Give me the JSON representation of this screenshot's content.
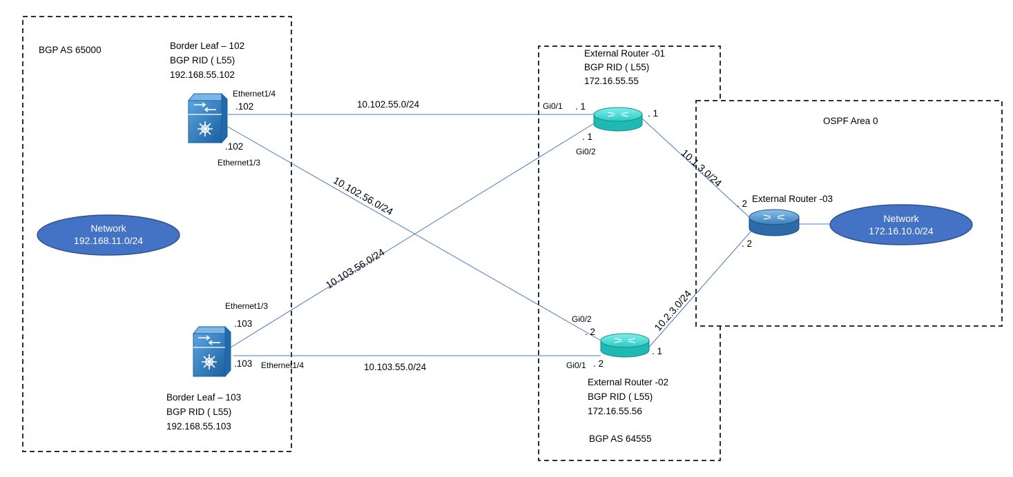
{
  "as_boxes": {
    "left": "BGP AS 65000",
    "middle": "BGP AS 64555",
    "right": "OSPF Area 0"
  },
  "devices": {
    "leaf102": {
      "lines": [
        "Border Leaf – 102",
        "BGP RID ( L55)",
        "192.168.55.102"
      ]
    },
    "leaf103": {
      "lines": [
        "Border Leaf – 103",
        "BGP RID ( L55)",
        "192.168.55.103"
      ]
    },
    "r01": {
      "lines": [
        "External Router -01",
        "BGP RID ( L55)",
        "172.16.55.55"
      ]
    },
    "r02": {
      "lines": [
        "External Router -02",
        "BGP RID ( L55)",
        "172.16.55.56"
      ]
    },
    "r03": {
      "lines": [
        "External Router -03"
      ]
    }
  },
  "networks": {
    "left": [
      "Network",
      "192.168.11.0/24"
    ],
    "right": [
      "Network",
      "172.16.10.0/24"
    ]
  },
  "links": {
    "l1": "10.102.55.0/24",
    "l2": "10.102.56.0/24",
    "l3": "10.103.56.0/24",
    "l4": "10.103.55.0/24",
    "l5": "10.1.3.0/24",
    "l6": "10.2.3.0/24"
  },
  "interfaces": {
    "leaf102_e14": "Ethernet1/4",
    "leaf102_e14_ip": ".102",
    "leaf102_e13_ip": ".102",
    "leaf102_e13": "Ethernet1/3",
    "leaf103_e13": "Ethernet1/3",
    "leaf103_e13_ip": ".103",
    "leaf103_e14_ip": ".103",
    "leaf103_e14": "Ethernet1/4",
    "r01_gi01": "Gi0/1",
    "r01_gi01_ip": ". 1",
    "r01_gi02_ip": ". 1",
    "r01_gi02": "Gi0/2",
    "r01_l5_ip": ". 1",
    "r02_gi02": "Gi0/2",
    "r02_gi02_ip": ". 2",
    "r02_gi01": "Gi0/1",
    "r02_gi01_ip": ". 2",
    "r02_l6_ip": ". 1",
    "r03_l5_ip": ". 2",
    "r03_l6_ip": ". 2"
  },
  "colors": {
    "box_border": "#1f2d4a",
    "link": "#4a78bf",
    "network_fill": "#4472c4",
    "network_stroke": "#2f528f",
    "router_cyan": "#33d6d0",
    "router_blue": "#3f86c9",
    "switch_blue": "#2f7ec1"
  }
}
